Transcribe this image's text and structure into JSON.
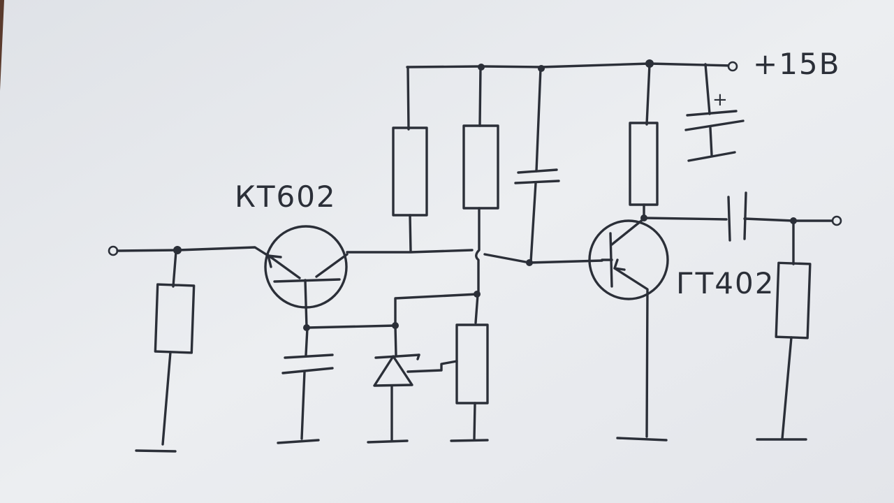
{
  "supply": {
    "label": "+15В"
  },
  "transistors": [
    {
      "label": "КТ602"
    },
    {
      "label": "ГТ402"
    }
  ],
  "electrolytic_polarity": "+",
  "colors": {
    "paper": "#e9ecef",
    "ink": "#2b2f38",
    "desk": "#5a3a2c"
  }
}
